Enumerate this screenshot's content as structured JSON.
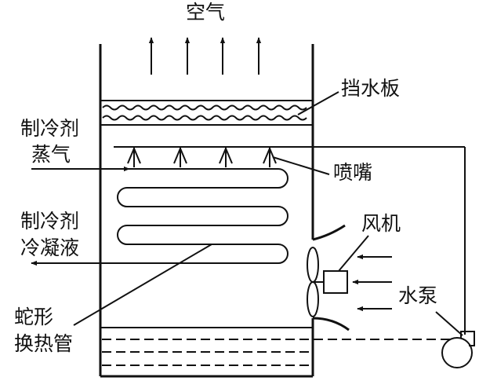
{
  "labels": {
    "air": "空气",
    "baffle": "挡水板",
    "refrigerant_vapor_line1": "制冷剂",
    "refrigerant_vapor_line2": "蒸气",
    "nozzle": "喷嘴",
    "fan": "风机",
    "refrigerant_liquid_line1": "制冷剂",
    "refrigerant_liquid_line2": "冷凝液",
    "pump": "水泵",
    "coil_line1": "蛇形",
    "coil_line2": "换热管"
  }
}
